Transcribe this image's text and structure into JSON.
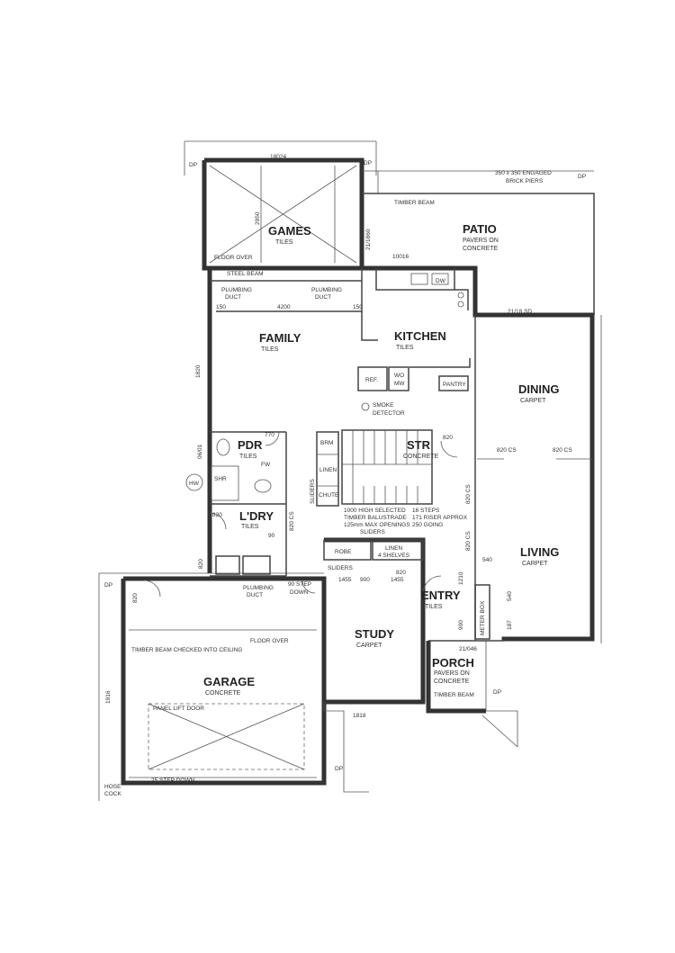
{
  "rooms": {
    "games": {
      "name": "GAMES",
      "finish": "TILES"
    },
    "patio": {
      "name": "PATIO",
      "finish_1": "PAVERS ON",
      "finish_2": "CONCRETE"
    },
    "family": {
      "name": "FAMILY",
      "finish": "TILES"
    },
    "kitchen": {
      "name": "KITCHEN",
      "finish": "TILES"
    },
    "dining": {
      "name": "DINING",
      "finish": "CARPET"
    },
    "living": {
      "name": "LIVING",
      "finish": "CARPET"
    },
    "pdr": {
      "name": "PDR",
      "finish": "TILES"
    },
    "ldry": {
      "name": "L'DRY",
      "finish": "TILES"
    },
    "str": {
      "name": "STR",
      "finish": "CONCRETE"
    },
    "study": {
      "name": "STUDY",
      "finish": "CARPET"
    },
    "entry": {
      "name": "ENTRY",
      "finish": "TILES"
    },
    "porch": {
      "name": "PORCH",
      "finish_1": "PAVERS ON",
      "finish_2": "CONCRETE"
    },
    "garage": {
      "name": "GARAGE",
      "finish": "CONCRETE"
    }
  },
  "notes": {
    "brick_piers_1": "350 x 350 ENGAGED",
    "brick_piers_2": "BRICK PIERS",
    "timber_beam_patio": "TIMBER BEAM",
    "floor_over_1": "FLOOR OVER",
    "steel_beam": "STEEL BEAM",
    "plumbing_duct_1": "PLUMBING",
    "plumbing_duct_1b": "DUCT",
    "plumbing_duct_2": "PLUMBING",
    "plumbing_duct_2b": "DUCT",
    "smoke_1": "SMOKE",
    "smoke_2": "DETECTOR",
    "ref": "REF.",
    "wo": "WO",
    "dw_ovens": "MW",
    "pantry": "PANTRY",
    "dw": "DW",
    "brm": "BRM",
    "linen": "LINEN",
    "chute": "CHUTE",
    "sliders_v": "SLIDERS",
    "stair_1": "1000 HIGH SELECTED",
    "stair_2": "TIMBER BALUSTRADE",
    "stair_3": "125mm MAX OPENINGS",
    "stair_4": "SLIDERS",
    "steps_1": "16 STEPS",
    "steps_2": "171 RISER APPROX",
    "steps_3": "250 GOING",
    "robe": "ROBE",
    "linen_2": "LINEN",
    "shelves": "4 SHELVES",
    "sliders_robe": "SLIDERS",
    "hw": "HW",
    "fw": "FW",
    "shr": "SHR",
    "step_down": "90 STEP",
    "step_down_b": "DOWN",
    "plumbing_duct_3": "PLUMBING",
    "plumbing_duct_3b": "DUCT",
    "floor_over_2": "FLOOR OVER",
    "timber_beam_ceiling": "TIMBER BEAM CHECKED INTO CEILING",
    "panel_lift_door": "PANEL LIFT DOOR",
    "step_down_garage": "25 STEP DOWN",
    "timber_beam_porch": "TIMBER BEAM",
    "meter_box": "METER BOX",
    "hose_cock": "HOSE",
    "hose_cock_b": "COCK",
    "dp_1": "DP",
    "dp_2": "DP",
    "dp_3": "DP",
    "dp_4": "DP",
    "dp_5": "DP",
    "dp_6": "DP"
  },
  "dimensions": {
    "games_width": "18024",
    "games_depth": "2950",
    "patio_width": "10016",
    "patio_side": "21/1860",
    "dining_top": "21/18 SD",
    "family_width": "4200",
    "family_left": "150",
    "family_right": "150",
    "family_depth": "1820",
    "pdr_door": "770",
    "pdr_side": "06/01",
    "dim_820_a": "820",
    "dim_820_cs_1": "820 CS",
    "dim_820_cs_2": "820 CS",
    "dim_820_cs_3": "820 CS",
    "dim_820_cs_v": "820 CS",
    "dim_820_cs_v2": "820 CS",
    "dim_820_ldry": "820",
    "dim_820_robe": "820",
    "dim_820_garage": "820",
    "dim_820_garage2": "820",
    "dim_90": "90",
    "robe_1": "1455",
    "robe_2": "900",
    "robe_3": "1455",
    "entry_1": "1210",
    "entry_2": "900",
    "living_1": "540",
    "living_2": "540",
    "living_3": "187",
    "porch_w": "21/046",
    "study_w": "1818",
    "garage_side": "1916"
  }
}
